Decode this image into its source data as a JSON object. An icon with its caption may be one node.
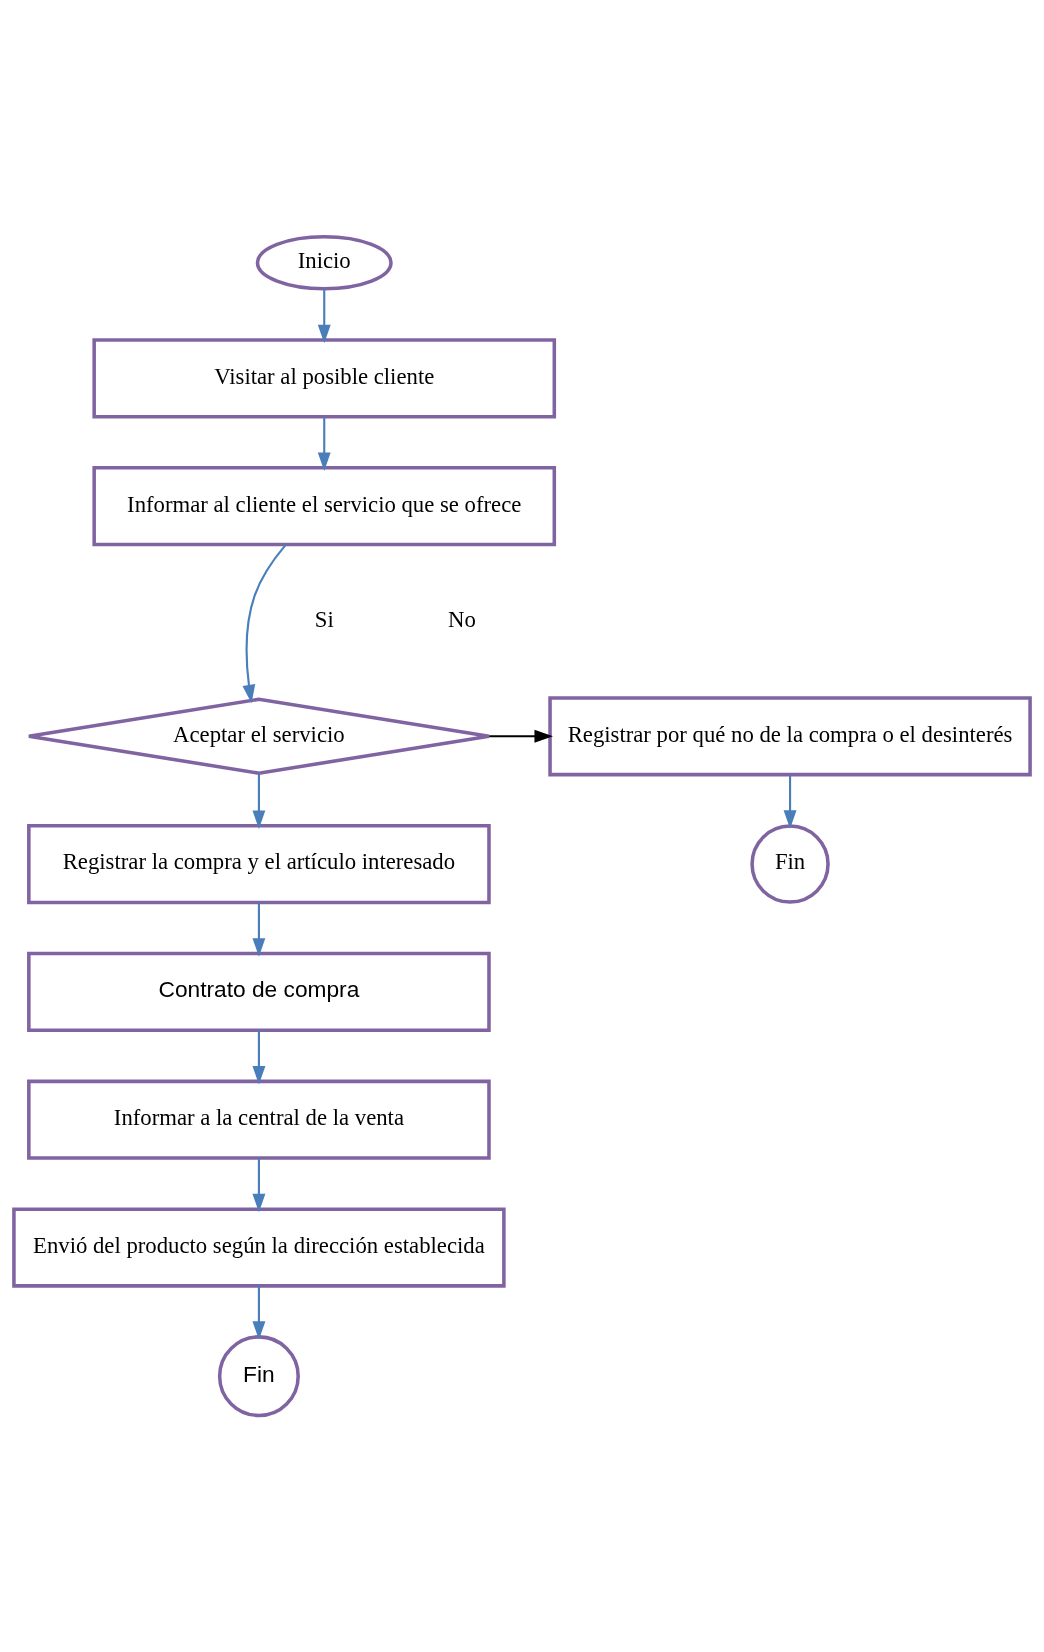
{
  "diagram": {
    "nodes": [
      {
        "text": [
          "Inicio"
        ]
      },
      {
        "text": [
          "Visitar al posible cliente"
        ]
      },
      {
        "text": [
          "Informar al cliente el servicio que se ofrece"
        ]
      },
      {
        "text": [
          "Aceptar el servicio"
        ]
      },
      {
        "text": [
          "Registrar por qué no de la compra o el desinterés"
        ]
      },
      {
        "text": [
          "Fin"
        ]
      },
      {
        "text": [
          "Registrar la compra y el artículo interesado"
        ]
      },
      {
        "text": [
          "Contrato de compra"
        ]
      },
      {
        "text": [
          "Informar a la central de la venta"
        ]
      },
      {
        "text": [
          "Envió del producto según la dirección establecida"
        ]
      },
      {
        "text": [
          "Fin"
        ]
      }
    ],
    "edges": [
      {
        "from": 0,
        "to": 1,
        "arrow": "to"
      },
      {
        "from": 1,
        "to": 2,
        "arrow": "to"
      },
      {
        "from": 2,
        "to": 3,
        "arrow": "to"
      },
      {
        "from": 3,
        "to": 4,
        "arrow": "to",
        "color": "#000000"
      },
      {
        "from": 4,
        "to": 5,
        "arrow": "to"
      },
      {
        "from": 3,
        "to": 6,
        "arrow": "to"
      },
      {
        "from": 6,
        "to": 7,
        "arrow": "to"
      },
      {
        "from": 7,
        "to": 8,
        "arrow": "to"
      },
      {
        "from": 8,
        "to": 9,
        "arrow": "to"
      },
      {
        "from": 9,
        "to": 10,
        "arrow": "to"
      }
    ],
    "labels": [
      "Si",
      "No"
    ]
  }
}
